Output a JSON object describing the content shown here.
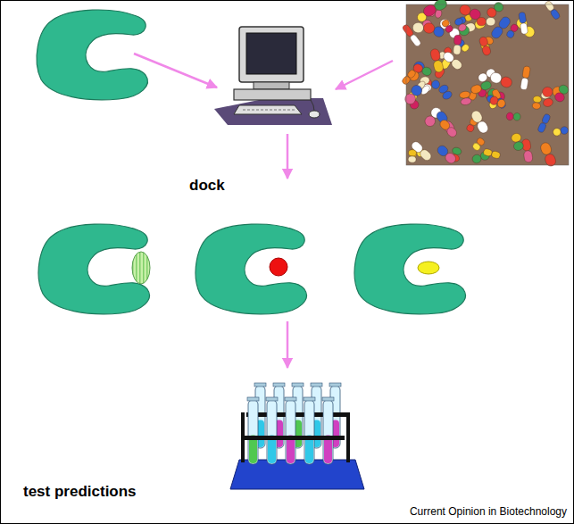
{
  "diagram": {
    "labels": [
      "dock",
      "test predictions",
      "Current Opinion in Biotechnology"
    ]
  }
}
